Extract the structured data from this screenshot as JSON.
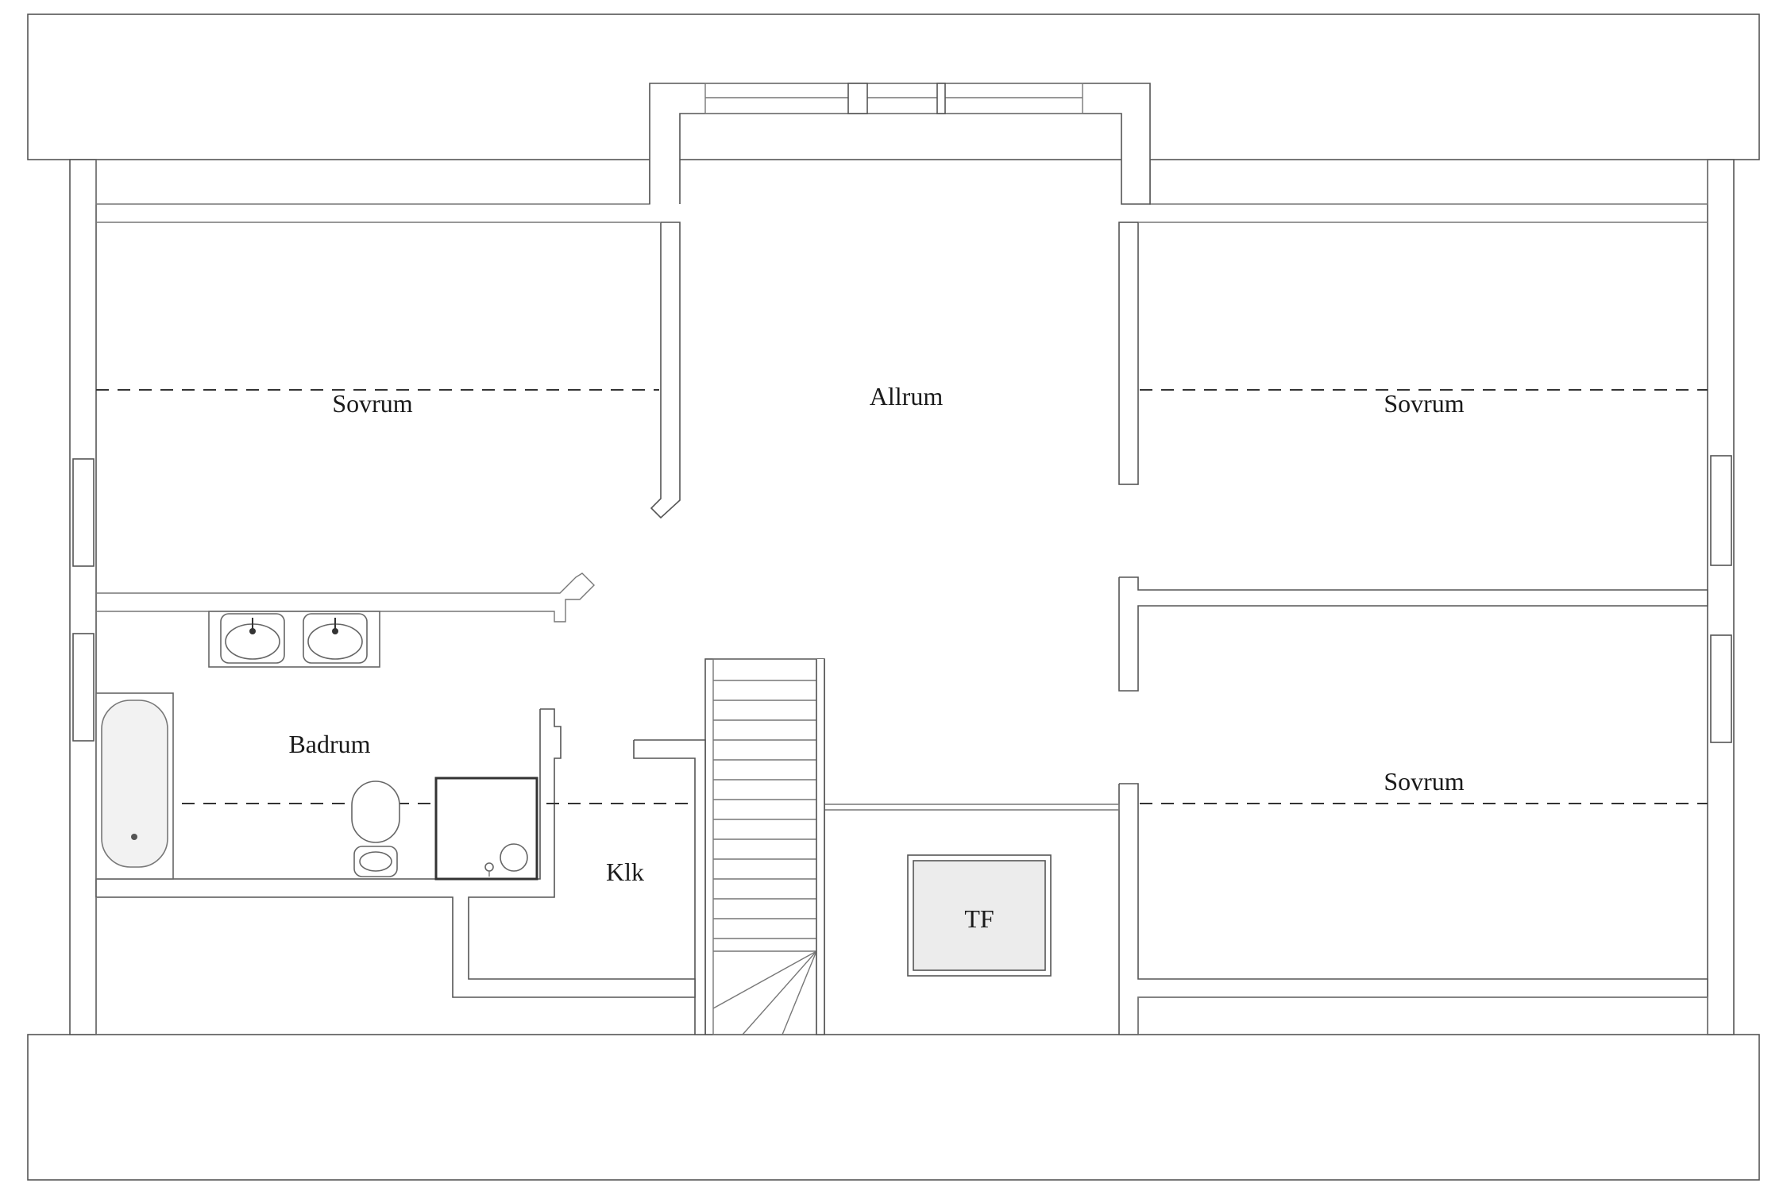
{
  "rooms": {
    "sovrum_top_left": "Sovrum",
    "allrum": "Allrum",
    "sovrum_top_right": "Sovrum",
    "badrum": "Badrum",
    "klk": "Klk",
    "tf": "TF",
    "sovrum_bottom_right": "Sovrum"
  },
  "colors": {
    "wall_stroke": "#555555",
    "background": "#ffffff",
    "tf_fill": "#ececec"
  }
}
